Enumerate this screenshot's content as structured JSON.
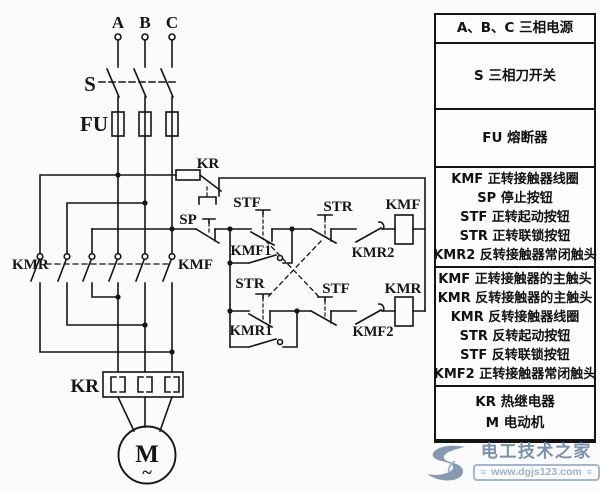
{
  "colors": {
    "line": "#151515",
    "background": "#fbfbfb",
    "watermark_accent": "#7e93ae",
    "watermark_light": "#a5b7cc"
  },
  "diagram": {
    "phases": {
      "a": "A",
      "b": "B",
      "c": "C"
    },
    "labels": {
      "switch": "S",
      "fuse": "FU",
      "thermal_relay": "KR",
      "stop_button": "SP",
      "forward_start": "STF",
      "reverse_start": "STR",
      "forward_contactor": "KMF",
      "reverse_contactor": "KMR",
      "forward_aux": "KMF1",
      "reverse_aux": "KMR1",
      "reverse_nc": "KMR2",
      "forward_nc": "KMF2",
      "motor": "M",
      "motor_wave": "~"
    }
  },
  "legend": {
    "rows": [
      {
        "lines": [
          "A、B、C 三相电源"
        ]
      },
      {
        "lines": [
          "S 三相刀开关"
        ]
      },
      {
        "lines": [
          "FU 熔断器"
        ]
      },
      {
        "lines": [
          "KMF 正转接触器线圈",
          "SP 停止按钮",
          "STF 正转起动按钮",
          "STR 正转联锁按钮",
          "KMR2 反转接触器常闭触头"
        ]
      },
      {
        "lines": [
          "KMF 正转接触器的主触头",
          "KMR 反转接触器的主触头",
          "KMR 反转接触器线圈",
          "STR 反转起动按钮",
          "STF 反转联锁按钮",
          "KMF2 正转接触器常闭触头"
        ]
      },
      {
        "lines": [
          "KR 热继电器",
          "M 电动机"
        ]
      }
    ]
  },
  "watermark": {
    "site_name": "电工技术之家",
    "url": "www.dgjs123.com",
    "deco": "≡"
  }
}
